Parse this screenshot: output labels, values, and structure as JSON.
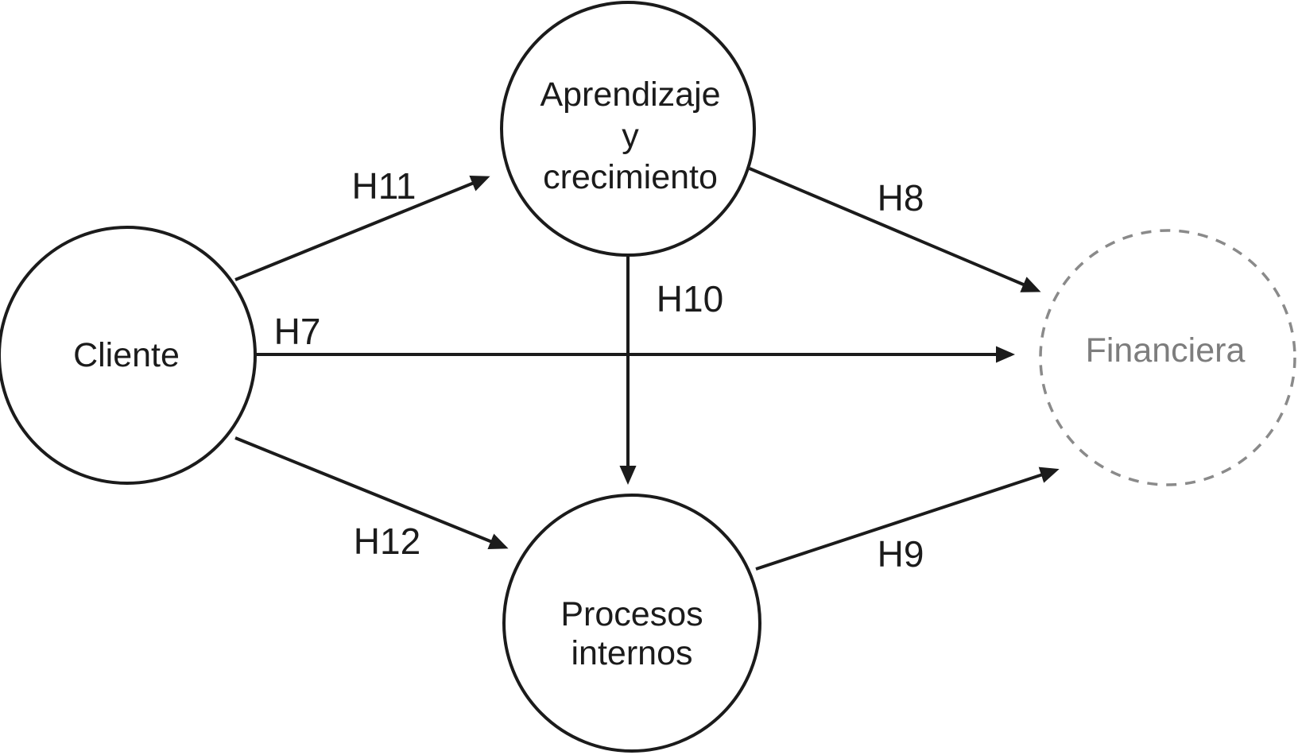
{
  "diagram_type": "path-model",
  "colors": {
    "background": "#ffffff",
    "node_stroke": "#1b1b1b",
    "node_text": "#1b1b1b",
    "arrow": "#1b1b1b",
    "edge_label_text": "#1b1b1b",
    "financiera_stroke": "#8a8a8a",
    "financiera_text": "#7d7d7d"
  },
  "nodes": {
    "cliente": {
      "label": "Cliente"
    },
    "aprendizaje": {
      "line1": "Aprendizaje",
      "line2": "y",
      "line3": "crecimiento"
    },
    "procesos": {
      "line1": "Procesos",
      "line2": "internos"
    },
    "financiera": {
      "label": "Financiera"
    }
  },
  "edges": {
    "h7": {
      "label": "H7",
      "from": "Cliente",
      "to": "Financiera"
    },
    "h8": {
      "label": "H8",
      "from": "Aprendizaje y crecimiento",
      "to": "Financiera"
    },
    "h9": {
      "label": "H9",
      "from": "Procesos internos",
      "to": "Financiera"
    },
    "h10": {
      "label": "H10",
      "from": "Aprendizaje y crecimiento",
      "to": "Procesos internos"
    },
    "h11": {
      "label": "H11",
      "from": "Cliente",
      "to": "Aprendizaje y crecimiento"
    },
    "h12": {
      "label": "H12",
      "from": "Cliente",
      "to": "Procesos internos"
    }
  }
}
